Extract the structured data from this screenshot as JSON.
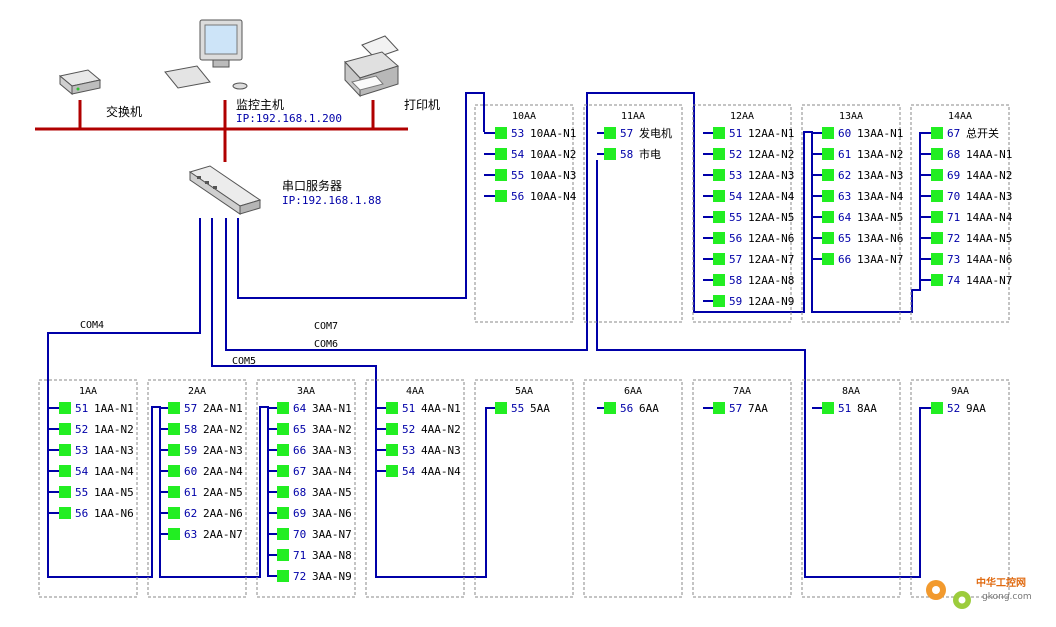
{
  "network": {
    "switch_label": "交换机",
    "host_label": "监控主机",
    "host_ip": "IP:192.168.1.200",
    "printer_label": "打印机",
    "server_label": "串口服务器",
    "server_ip": "IP:192.168.1.88",
    "com_labels": [
      "COM4",
      "COM7",
      "COM6",
      "COM5"
    ]
  },
  "cabinets": [
    {
      "title": "10AA",
      "items": [
        [
          "53",
          "10AA-N1"
        ],
        [
          "54",
          "10AA-N2"
        ],
        [
          "55",
          "10AA-N3"
        ],
        [
          "56",
          "10AA-N4"
        ]
      ]
    },
    {
      "title": "11AA",
      "items": [
        [
          "57",
          "发电机"
        ],
        [
          "58",
          "市电"
        ]
      ]
    },
    {
      "title": "12AA",
      "items": [
        [
          "51",
          "12AA-N1"
        ],
        [
          "52",
          "12AA-N2"
        ],
        [
          "53",
          "12AA-N3"
        ],
        [
          "54",
          "12AA-N4"
        ],
        [
          "55",
          "12AA-N5"
        ],
        [
          "56",
          "12AA-N6"
        ],
        [
          "57",
          "12AA-N7"
        ],
        [
          "58",
          "12AA-N8"
        ],
        [
          "59",
          "12AA-N9"
        ]
      ]
    },
    {
      "title": "13AA",
      "items": [
        [
          "60",
          "13AA-N1"
        ],
        [
          "61",
          "13AA-N2"
        ],
        [
          "62",
          "13AA-N3"
        ],
        [
          "63",
          "13AA-N4"
        ],
        [
          "64",
          "13AA-N5"
        ],
        [
          "65",
          "13AA-N6"
        ],
        [
          "66",
          "13AA-N7"
        ]
      ]
    },
    {
      "title": "14AA",
      "items": [
        [
          "67",
          "总开关"
        ],
        [
          "68",
          "14AA-N1"
        ],
        [
          "69",
          "14AA-N2"
        ],
        [
          "70",
          "14AA-N3"
        ],
        [
          "71",
          "14AA-N4"
        ],
        [
          "72",
          "14AA-N5"
        ],
        [
          "73",
          "14AA-N6"
        ],
        [
          "74",
          "14AA-N7"
        ]
      ]
    },
    {
      "title": "1AA",
      "items": [
        [
          "51",
          "1AA-N1"
        ],
        [
          "52",
          "1AA-N2"
        ],
        [
          "53",
          "1AA-N3"
        ],
        [
          "54",
          "1AA-N4"
        ],
        [
          "55",
          "1AA-N5"
        ],
        [
          "56",
          "1AA-N6"
        ]
      ]
    },
    {
      "title": "2AA",
      "items": [
        [
          "57",
          "2AA-N1"
        ],
        [
          "58",
          "2AA-N2"
        ],
        [
          "59",
          "2AA-N3"
        ],
        [
          "60",
          "2AA-N4"
        ],
        [
          "61",
          "2AA-N5"
        ],
        [
          "62",
          "2AA-N6"
        ],
        [
          "63",
          "2AA-N7"
        ]
      ]
    },
    {
      "title": "3AA",
      "items": [
        [
          "64",
          "3AA-N1"
        ],
        [
          "65",
          "3AA-N2"
        ],
        [
          "66",
          "3AA-N3"
        ],
        [
          "67",
          "3AA-N4"
        ],
        [
          "68",
          "3AA-N5"
        ],
        [
          "69",
          "3AA-N6"
        ],
        [
          "70",
          "3AA-N7"
        ],
        [
          "71",
          "3AA-N8"
        ],
        [
          "72",
          "3AA-N9"
        ]
      ]
    },
    {
      "title": "4AA",
      "items": [
        [
          "51",
          "4AA-N1"
        ],
        [
          "52",
          "4AA-N2"
        ],
        [
          "53",
          "4AA-N3"
        ],
        [
          "54",
          "4AA-N4"
        ]
      ]
    },
    {
      "title": "5AA",
      "items": [
        [
          "55",
          "5AA"
        ]
      ]
    },
    {
      "title": "6AA",
      "items": [
        [
          "56",
          "6AA"
        ]
      ]
    },
    {
      "title": "7AA",
      "items": [
        [
          "57",
          "7AA"
        ]
      ]
    },
    {
      "title": "8AA",
      "items": [
        [
          "51",
          "8AA"
        ]
      ]
    },
    {
      "title": "9AA",
      "items": [
        [
          "52",
          "9AA"
        ]
      ]
    }
  ],
  "watermark": {
    "brand": "中华工控网",
    "site": "gkong.com"
  },
  "colors": {
    "bus": "#0000a8",
    "lan": "#b00000",
    "device": "#22ee22"
  }
}
